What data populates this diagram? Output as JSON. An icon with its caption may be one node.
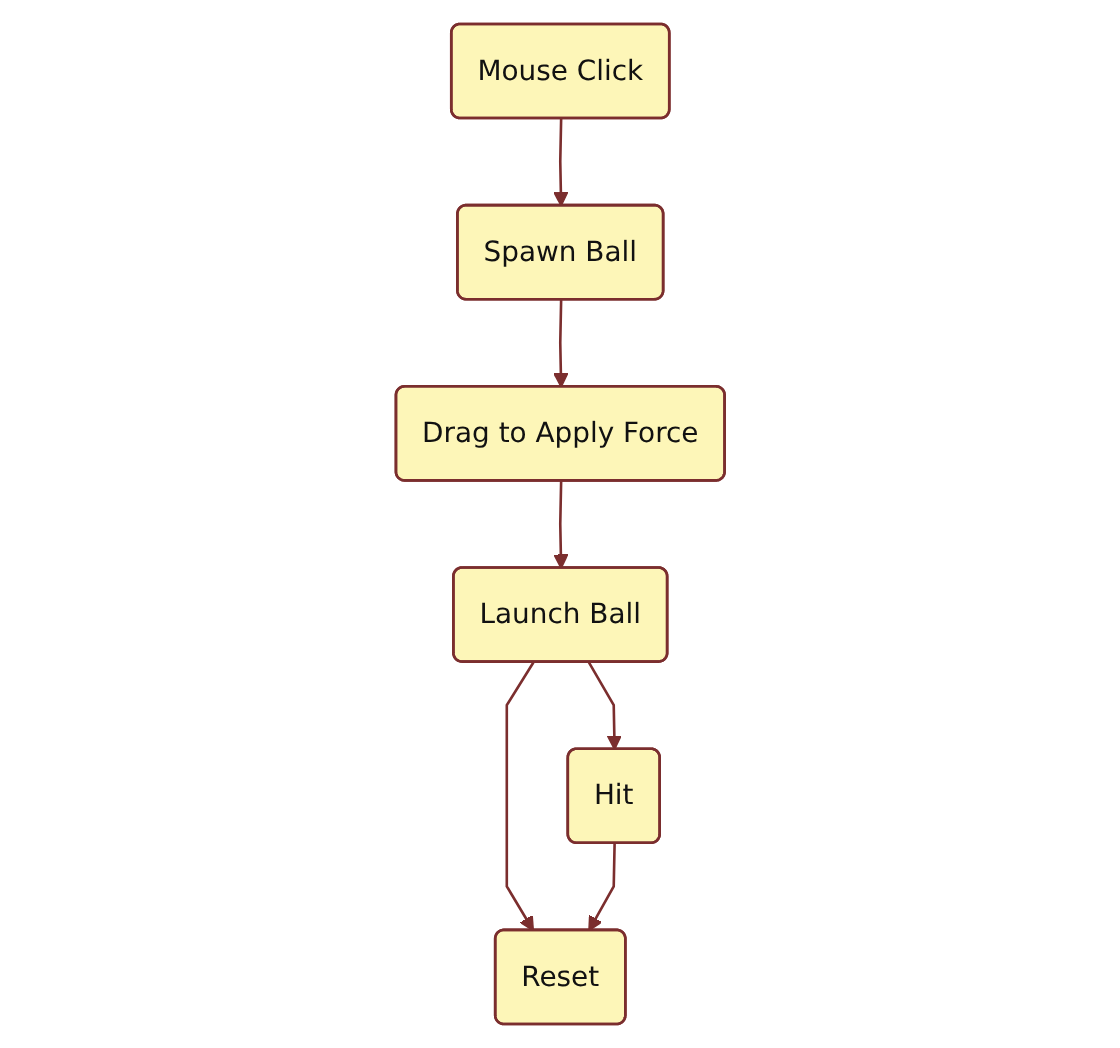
{
  "diagram": {
    "nodes": [
      {
        "text": [
          "Mouse Click"
        ]
      },
      {
        "text": [
          "Spawn Ball"
        ]
      },
      {
        "text": [
          "Drag to Apply Force"
        ]
      },
      {
        "text": [
          "Launch Ball"
        ]
      },
      {
        "text": [
          "Reset"
        ]
      },
      {
        "text": [
          "Hit"
        ]
      }
    ],
    "edges": [
      {
        "from": 0,
        "to": 1,
        "arrow": "to"
      },
      {
        "from": 1,
        "to": 2,
        "arrow": "to"
      },
      {
        "from": 2,
        "to": 3,
        "arrow": "to"
      },
      {
        "from": 3,
        "to": 4,
        "arrow": "to"
      },
      {
        "from": 3,
        "to": 5,
        "arrow": "to"
      },
      {
        "from": 5,
        "to": 4,
        "arrow": "to"
      }
    ]
  }
}
